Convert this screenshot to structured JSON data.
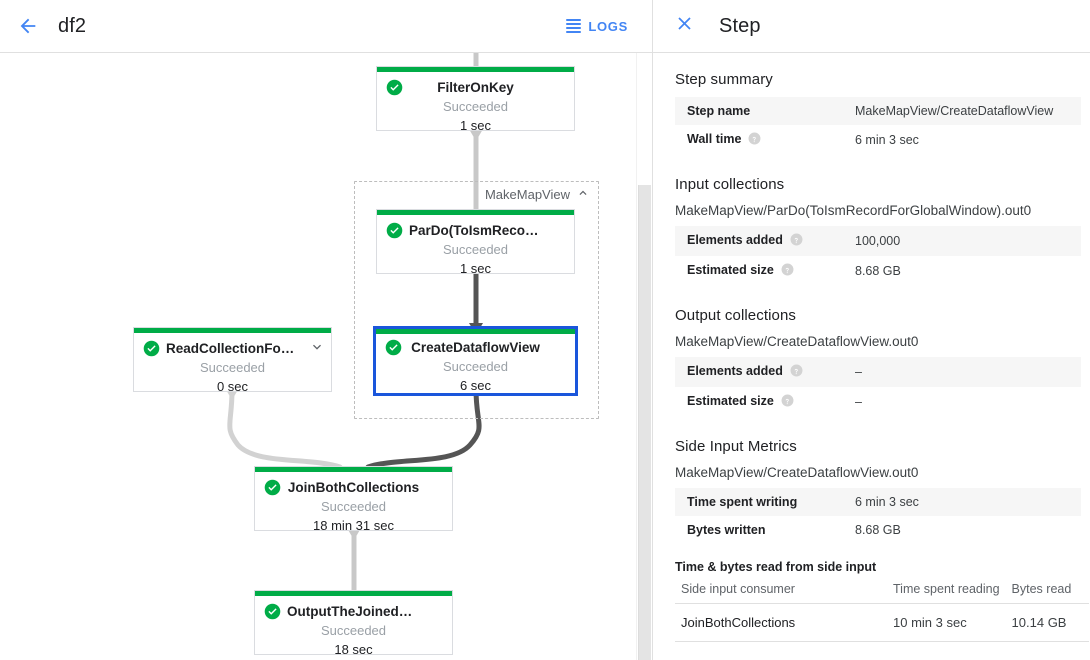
{
  "graph_toolbar": {
    "back_icon": "arrow-left-icon",
    "job_title": "df2",
    "logs_label": "LOGS",
    "logs_icon": "logs-list-icon",
    "accent_color": "#4285f4"
  },
  "graph": {
    "group": {
      "label": "MakeMapView",
      "collapse_icon": "chevron-up-icon"
    },
    "status_color": "#00ac47",
    "selected_color": "#1a56db",
    "nodes": [
      {
        "id": "filter-on-key",
        "title": "FilterOnKey",
        "status": "Succeeded",
        "time": "1 sec",
        "selected": false,
        "expandable": false
      },
      {
        "id": "pardo-toismrecordfor",
        "title": "ParDo(ToIsmRecordFor…",
        "status": "Succeeded",
        "time": "1 sec",
        "selected": false,
        "expandable": false
      },
      {
        "id": "create-dataflow-view",
        "title": "CreateDataflowView",
        "status": "Succeeded",
        "time": "6 sec",
        "selected": true,
        "expandable": false
      },
      {
        "id": "read-collection-for-join",
        "title": "ReadCollectionForJoin",
        "status": "Succeeded",
        "time": "0 sec",
        "selected": false,
        "expandable": true,
        "expand_icon": "chevron-down-icon"
      },
      {
        "id": "join-both-collections",
        "title": "JoinBothCollections",
        "status": "Succeeded",
        "time": "18 min 31 sec",
        "selected": false,
        "expandable": false
      },
      {
        "id": "output-the-joined-collec",
        "title": "OutputTheJoinedCollec…",
        "status": "Succeeded",
        "time": "18 sec",
        "selected": false,
        "expandable": false
      }
    ]
  },
  "details": {
    "close_icon": "close-icon",
    "title": "Step",
    "step_summary": {
      "heading": "Step summary",
      "rows": [
        {
          "key": "Step name",
          "value": "MakeMapView/CreateDataflowView",
          "help": false
        },
        {
          "key": "Wall time",
          "value": "6 min 3 sec",
          "help": true
        }
      ]
    },
    "input_collections": {
      "heading": "Input collections",
      "name": "MakeMapView/ParDo(ToIsmRecordForGlobalWindow).out0",
      "rows": [
        {
          "key": "Elements added",
          "value": "100,000",
          "help": true
        },
        {
          "key": "Estimated size",
          "value": "8.68 GB",
          "help": true
        }
      ]
    },
    "output_collections": {
      "heading": "Output collections",
      "name": "MakeMapView/CreateDataflowView.out0",
      "rows": [
        {
          "key": "Elements added",
          "value": "–",
          "help": true
        },
        {
          "key": "Estimated size",
          "value": "–",
          "help": true
        }
      ]
    },
    "side_input_metrics": {
      "heading": "Side Input Metrics",
      "name": "MakeMapView/CreateDataflowView.out0",
      "rows": [
        {
          "key": "Time spent writing",
          "value": "6 min 3 sec",
          "help": false
        },
        {
          "key": "Bytes written",
          "value": "8.68 GB",
          "help": false
        }
      ],
      "table_title": "Time & bytes read from side input",
      "columns": [
        "Side input consumer",
        "Time spent reading",
        "Bytes read"
      ],
      "data_rows": [
        [
          "JoinBothCollections",
          "10 min 3 sec",
          "10.14 GB"
        ]
      ]
    }
  }
}
